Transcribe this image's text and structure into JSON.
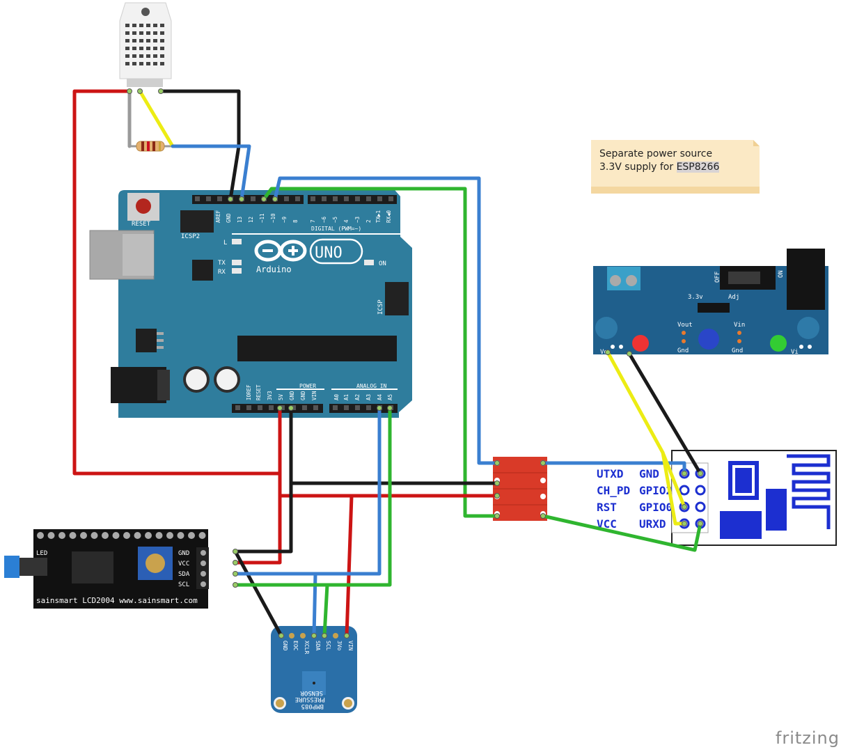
{
  "note": {
    "line1": "Separate power source",
    "line2_prefix": "3.3V supply for ",
    "line2_highlight": "ESP8266"
  },
  "watermark": "fritzing",
  "arduino": {
    "reset_label": "RESET",
    "icsp2_label": "ICSP2",
    "icsp_label": "ICSP",
    "digital_label": "DIGITAL (PWM=~)",
    "digital_pins": [
      "AREF",
      "GND",
      "13",
      "12",
      "~11",
      "~10",
      "~9",
      "8",
      "7",
      "~6",
      "~5",
      "4",
      "~3",
      "2",
      "TX▶1",
      "RX◀0"
    ],
    "led_labels": [
      "L",
      "TX",
      "RX"
    ],
    "on_label": "ON",
    "brand": "Arduino",
    "model": "UNO",
    "power_label": "POWER",
    "analog_label": "ANALOG IN",
    "power_pins": [
      "IOREF",
      "RESET",
      "3V3",
      "5V",
      "GND",
      "GND",
      "VIN"
    ],
    "analog_pins": [
      "A0",
      "A1",
      "A2",
      "A3",
      "A4",
      "A5"
    ]
  },
  "lcd": {
    "pins": [
      "GND",
      "VCC",
      "SDA",
      "SCL"
    ],
    "led_label": "LED",
    "brand_text": "sainsmart LCD2004 www.sainsmart.com"
  },
  "bmp": {
    "pins": [
      "GND",
      "EOC",
      "XCLR",
      "SDA",
      "SCL",
      "3Vo",
      "VIN"
    ],
    "title_line1": "BMP085",
    "title_line2": "PRESSURE",
    "title_line3": "SENSOR"
  },
  "esp": {
    "left_labels": [
      "UTXD",
      "CH_PD",
      "RST",
      "VCC"
    ],
    "right_labels": [
      "GND",
      "GPIO2",
      "GPIO0",
      "URXD"
    ]
  },
  "power_board": {
    "off_label": "OFF",
    "on_label": "ON",
    "v33_label": "3.3v",
    "adj_label": "Adj",
    "vout_label": "Vout",
    "vin_label": "Vin",
    "gnd_label_1": "Gnd",
    "gnd_label_2": "Gnd",
    "vo_label": "Vo",
    "vi_label": "Vi"
  },
  "colors": {
    "wire_red": "#cc1414",
    "wire_black": "#1a1a1a",
    "wire_blue": "#3a7fd0",
    "wire_green": "#2fb52f",
    "wire_yellow": "#ecec14",
    "arduino_board": "#2f7d9d",
    "level_shifter": "#d93a28",
    "esp_blue": "#1c2fd0",
    "power_board": "#1f5f8c",
    "note_bg": "#fbe9c5"
  }
}
